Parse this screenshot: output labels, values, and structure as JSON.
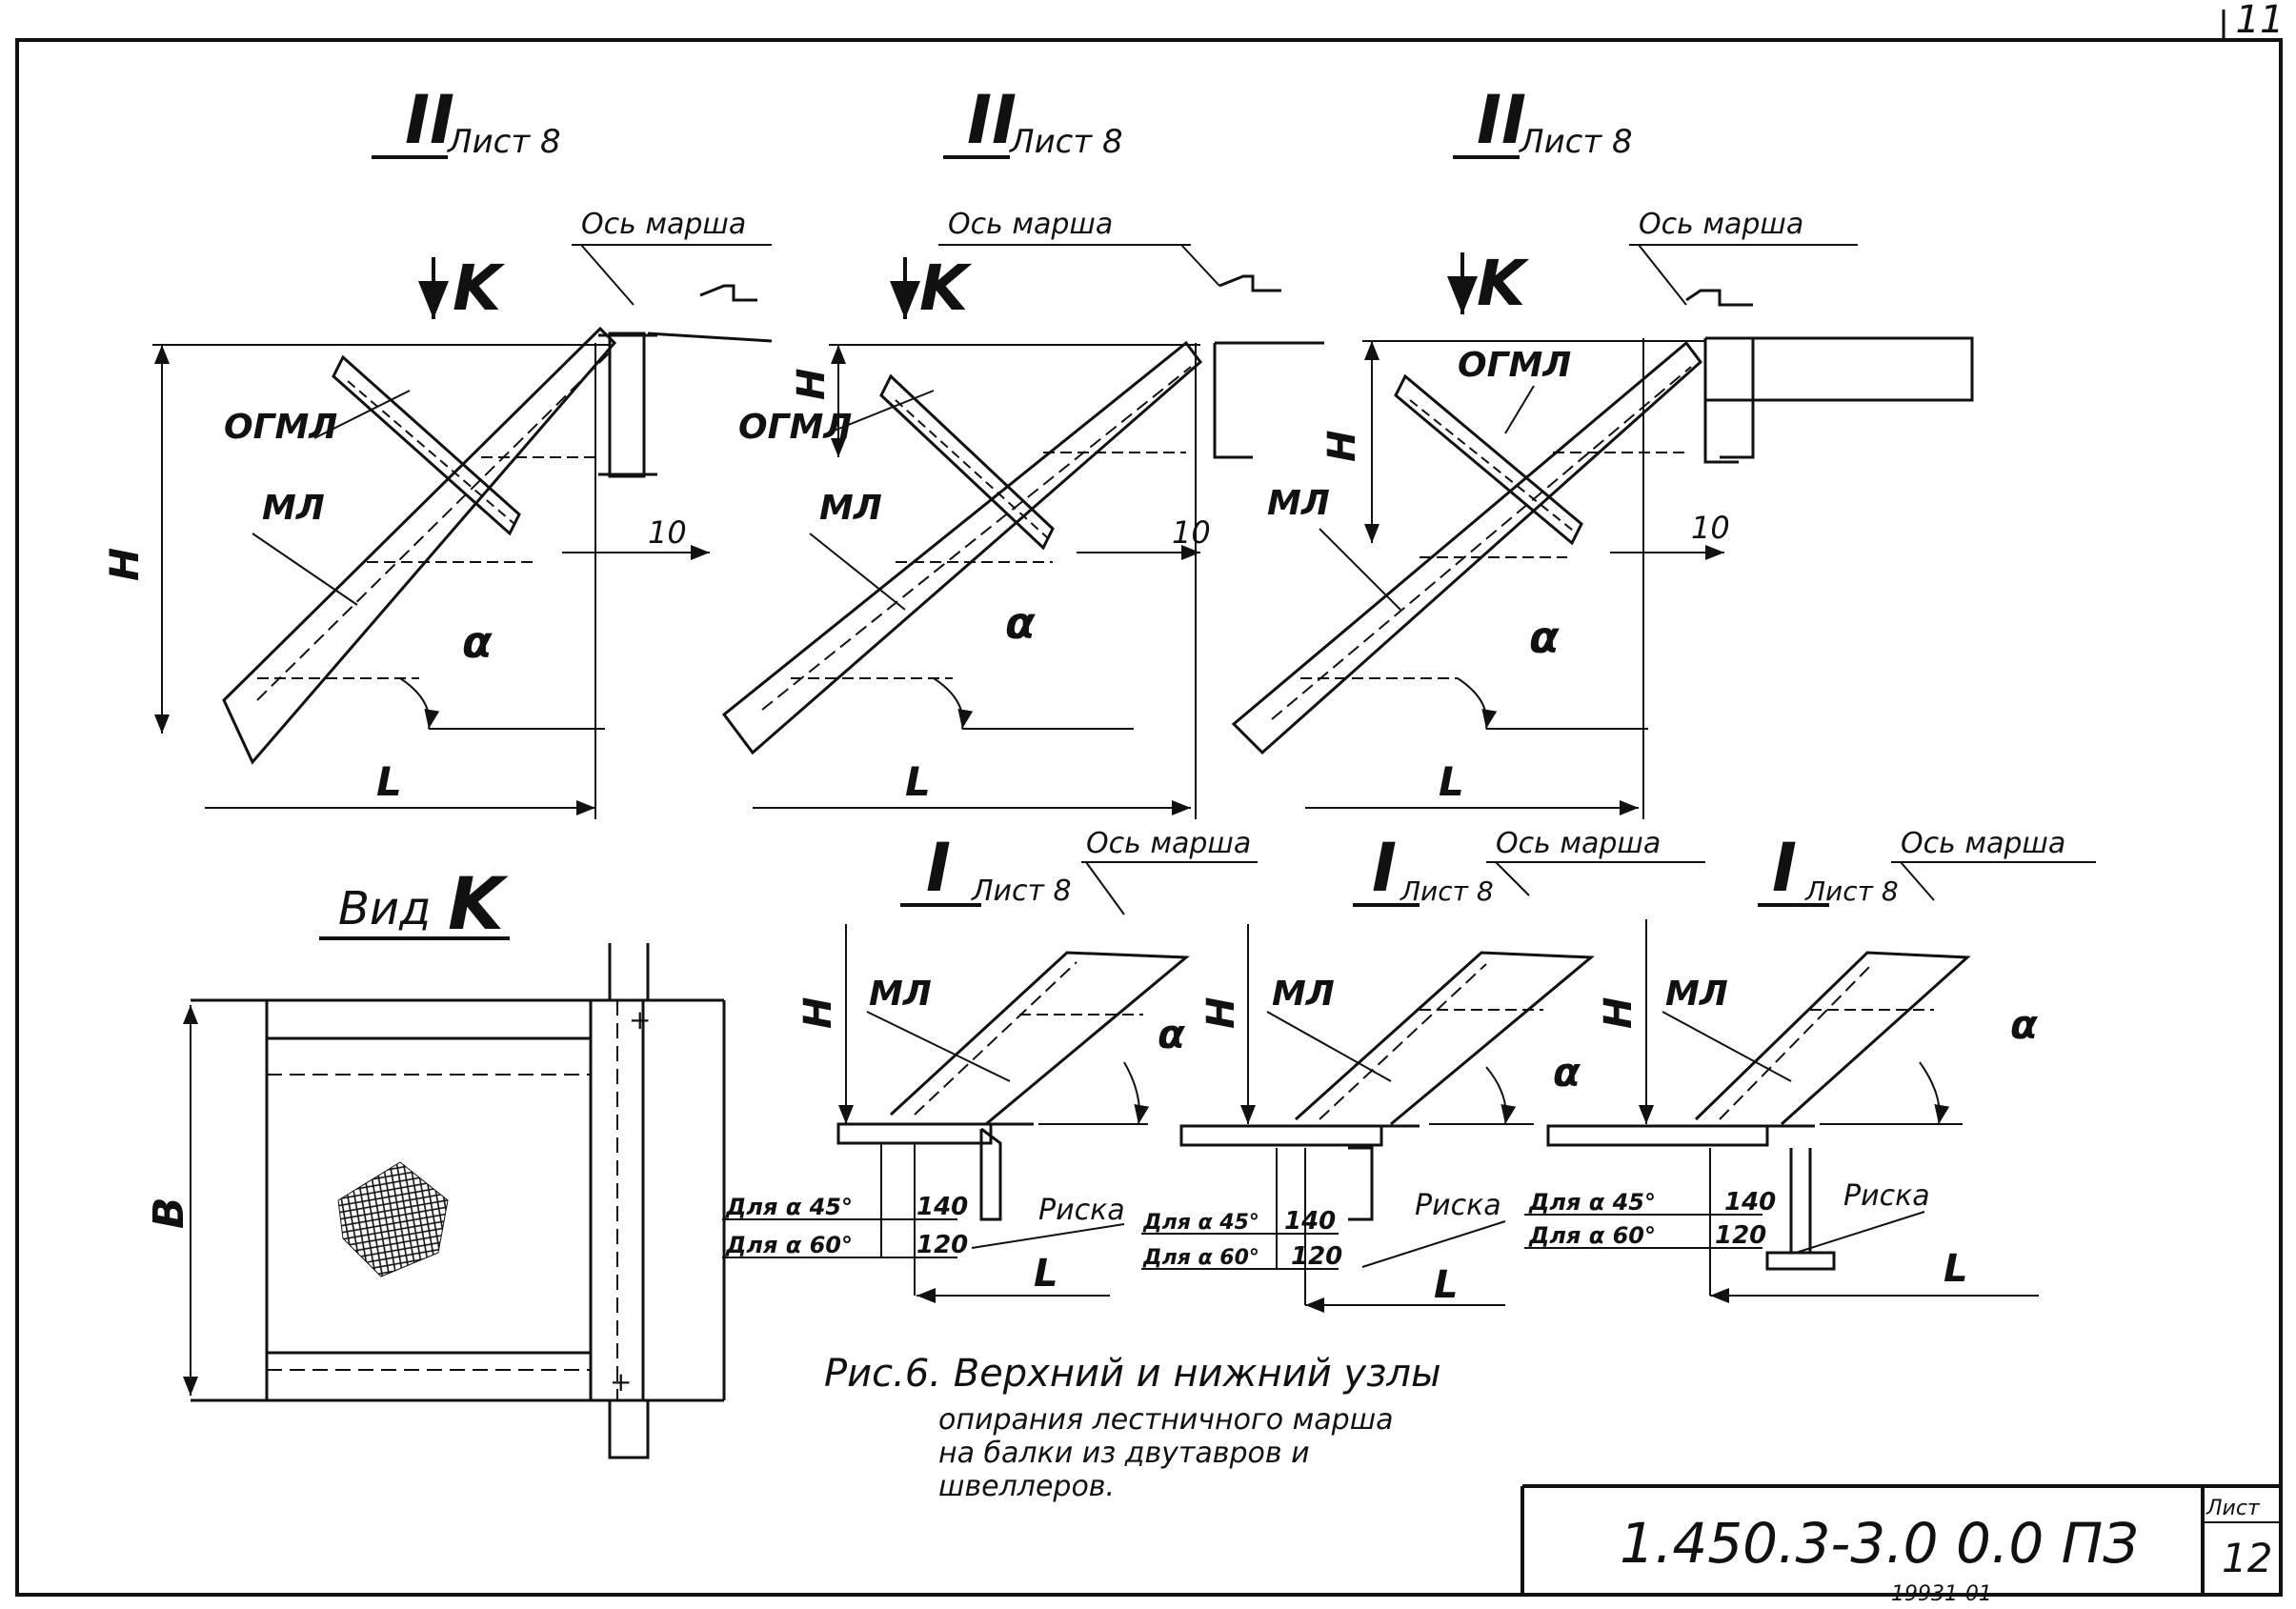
{
  "corner_page_number": "11",
  "top_details": [
    {
      "roman": "II",
      "sheet_ref": "Лист 8",
      "axis_label": "Ось марша",
      "view_mark": "K",
      "labels": {
        "ogml": "ОГМЛ",
        "ml": "МЛ",
        "h": "H",
        "l": "L",
        "alpha": "α",
        "gap": "10"
      }
    },
    {
      "roman": "II",
      "sheet_ref": "Лист 8",
      "axis_label": "Ось марша",
      "view_mark": "K",
      "labels": {
        "ogml": "ОГМЛ",
        "ml": "МЛ",
        "h": "H",
        "l": "L",
        "alpha": "α",
        "gap": "10"
      }
    },
    {
      "roman": "II",
      "sheet_ref": "Лист 8",
      "axis_label": "Ось марша",
      "view_mark": "K",
      "labels": {
        "ogml": "ОГМЛ",
        "ml": "МЛ",
        "h": "H",
        "l": "L",
        "alpha": "α",
        "gap": "10"
      }
    }
  ],
  "view_k": {
    "title": "Вид",
    "mark": "K",
    "dim_b": "B"
  },
  "bottom_details": [
    {
      "roman": "I",
      "sheet_ref": "Лист 8",
      "axis_label": "Ось марша",
      "ml": "МЛ",
      "h": "H",
      "alpha": "α",
      "row45": "Для α 45°",
      "row60": "Для α 60°",
      "v45": "140",
      "v60": "120",
      "risk": "Риска",
      "l": "L"
    },
    {
      "roman": "I",
      "sheet_ref": "Лист 8",
      "axis_label": "Ось марша",
      "ml": "МЛ",
      "h": "H",
      "alpha": "α",
      "row45": "Для α 45°",
      "row60": "Для α 60°",
      "v45": "140",
      "v60": "120",
      "risk": "Риска",
      "l": "L"
    },
    {
      "roman": "I",
      "sheet_ref": "Лист 8",
      "axis_label": "Ось марша",
      "ml": "МЛ",
      "h": "H",
      "alpha": "α",
      "row45": "Для α 45°",
      "row60": "Для α 60°",
      "v45": "140",
      "v60": "120",
      "risk": "Риска",
      "l": "L"
    }
  ],
  "caption": {
    "line1": "Рис.6. Верхний и нижний узлы",
    "line2": "опирания лестничного марша",
    "line3": "на балки из двутавров и",
    "line4": "швеллеров."
  },
  "title_block": {
    "doc_code": "1.450.3-3.0 0.0 ПЗ",
    "sheet_label": "Лист",
    "sheet_number": "12"
  },
  "footer_number": "19931-01"
}
